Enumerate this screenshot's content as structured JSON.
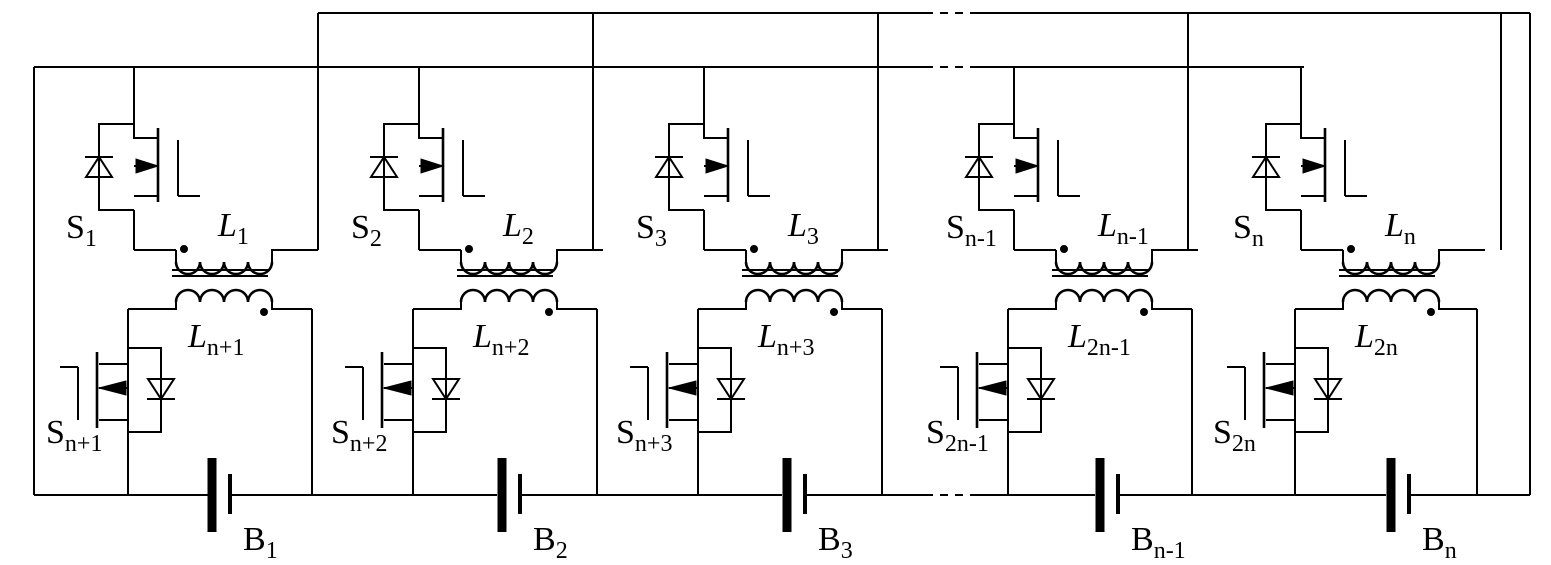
{
  "cells": [
    {
      "switch_top": [
        "S",
        "1"
      ],
      "inductor_top": [
        "L",
        "1"
      ],
      "inductor_bottom": [
        "L",
        "n+1"
      ],
      "switch_bottom": [
        "S",
        "n+1"
      ],
      "battery": [
        "B",
        "1"
      ]
    },
    {
      "switch_top": [
        "S",
        "2"
      ],
      "inductor_top": [
        "L",
        "2"
      ],
      "inductor_bottom": [
        "L",
        "n+2"
      ],
      "switch_bottom": [
        "S",
        "n+2"
      ],
      "battery": [
        "B",
        "2"
      ]
    },
    {
      "switch_top": [
        "S",
        "3"
      ],
      "inductor_top": [
        "L",
        "3"
      ],
      "inductor_bottom": [
        "L",
        "n+3"
      ],
      "switch_bottom": [
        "S",
        "n+3"
      ],
      "battery": [
        "B",
        "3"
      ]
    },
    {
      "switch_top": [
        "S",
        "n-1"
      ],
      "inductor_top": [
        "L",
        "n-1"
      ],
      "inductor_bottom": [
        "L",
        "2n-1"
      ],
      "switch_bottom": [
        "S",
        "2n-1"
      ],
      "battery": [
        "B",
        "n-1"
      ]
    },
    {
      "switch_top": [
        "S",
        "n"
      ],
      "inductor_top": [
        "L",
        "n"
      ],
      "inductor_bottom": [
        "L",
        "2n"
      ],
      "switch_bottom": [
        "S",
        "2n"
      ],
      "battery": [
        "B",
        "n"
      ]
    }
  ]
}
